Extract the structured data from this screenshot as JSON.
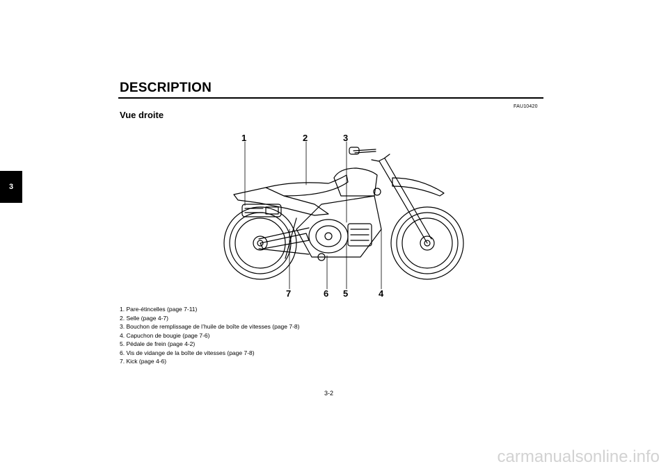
{
  "header": {
    "title": "DESCRIPTION",
    "chapter": "3"
  },
  "section": {
    "code": "FAU10420",
    "title": "Vue droite"
  },
  "figure": {
    "callouts": [
      "1",
      "2",
      "3",
      "4",
      "5",
      "6",
      "7"
    ]
  },
  "legend": [
    "1.  Pare-étincelles (page 7-11)",
    "2.  Selle (page 4-7)",
    "3.  Bouchon de remplissage de l’huile de boîte de vitesses (page 7-8)",
    "4.  Capuchon de bougie (page 7-6)",
    "5.  Pédale de frein (page 4-2)",
    "6.  Vis de vidange de la boîte de vitesses (page 7-8)",
    "7.  Kick (page 4-6)"
  ],
  "footer": {
    "page": "3-2",
    "watermark": "carmanualsonline.info"
  }
}
